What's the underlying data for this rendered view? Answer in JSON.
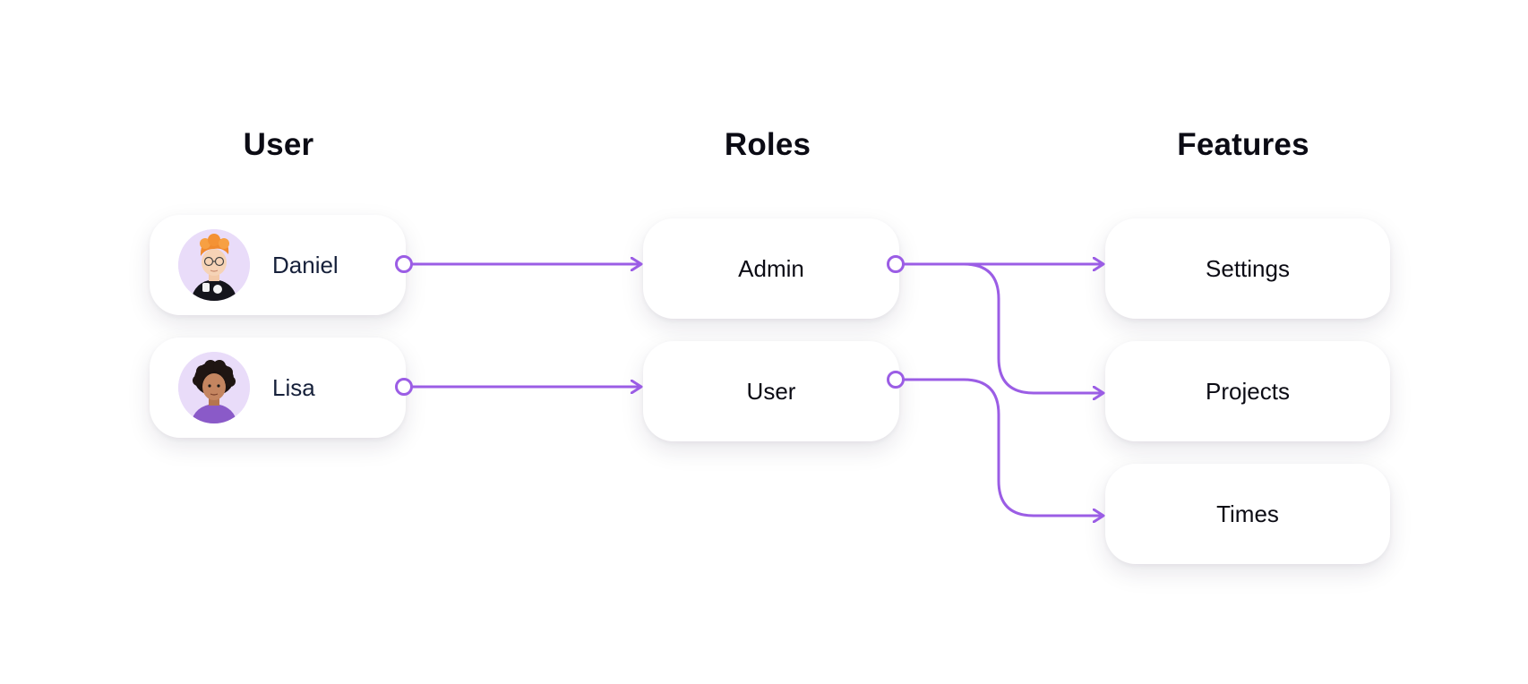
{
  "columns": {
    "user": "User",
    "roles": "Roles",
    "features": "Features"
  },
  "users": [
    {
      "name": "Daniel",
      "avatar_icon": "daniel-avatar-icon"
    },
    {
      "name": "Lisa",
      "avatar_icon": "lisa-avatar-icon"
    }
  ],
  "roles": [
    {
      "name": "Admin"
    },
    {
      "name": "User"
    }
  ],
  "features": [
    {
      "name": "Settings"
    },
    {
      "name": "Projects"
    },
    {
      "name": "Times"
    }
  ],
  "connections": [
    {
      "from": "Daniel",
      "to": "Admin"
    },
    {
      "from": "Lisa",
      "to": "User"
    },
    {
      "from": "Admin",
      "to": "Settings"
    },
    {
      "from": "Admin",
      "to": "Projects"
    },
    {
      "from": "User",
      "to": "Times"
    }
  ],
  "colors": {
    "connector": "#9b5de5",
    "avatar_bg": "#e7daf8"
  }
}
